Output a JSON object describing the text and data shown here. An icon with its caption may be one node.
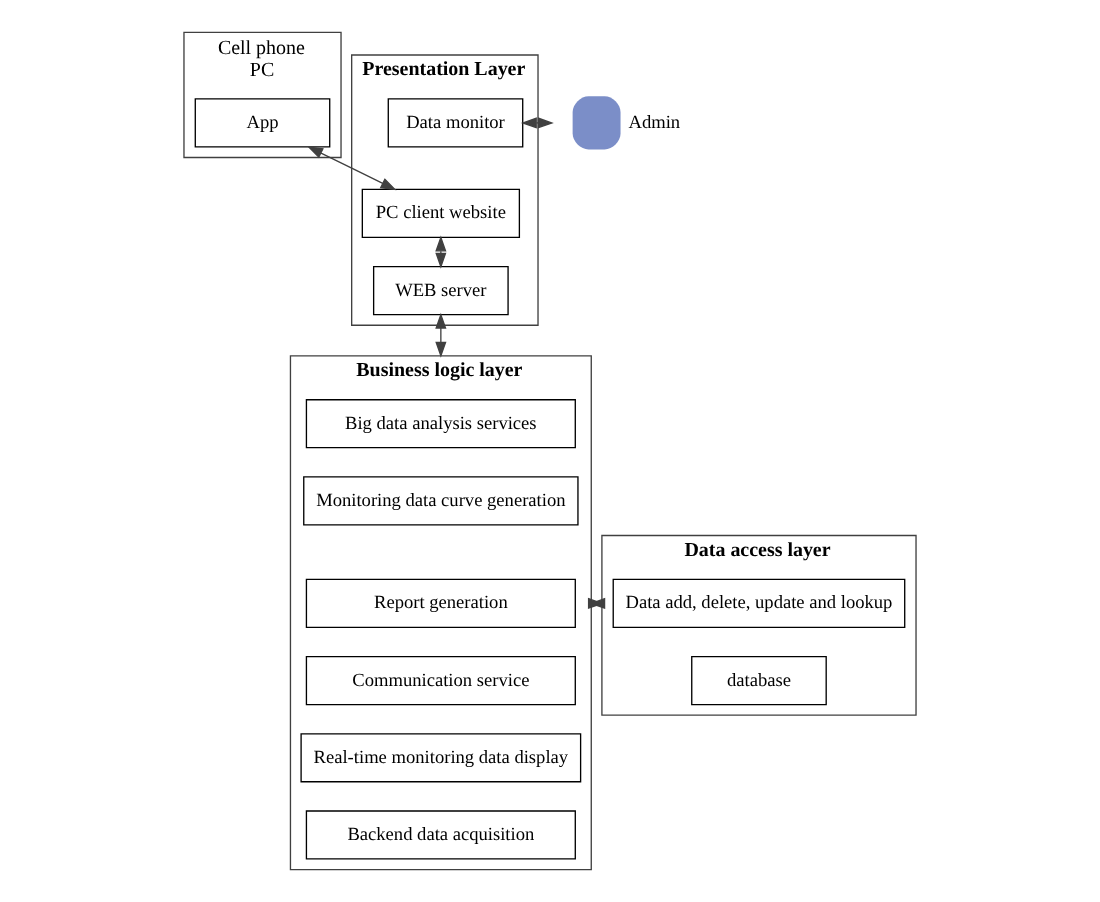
{
  "diagram": {
    "nodes": [
      {
        "text": [
          "Cell phone",
          "PC"
        ]
      },
      {
        "text": [
          "App"
        ],
        "in": 0
      },
      {
        "text": [],
        "shape": "person",
        "beside": [
          "Admin"
        ]
      },
      {
        "text": [
          "Presentation Layer"
        ]
      },
      {
        "text": [
          "PC client website"
        ],
        "in": 3
      },
      {
        "text": [
          "WEB server"
        ],
        "in": 3
      },
      {
        "text": [
          "Data monitor"
        ],
        "in": 3
      },
      {
        "text": [
          "Business logic layer"
        ]
      },
      {
        "text": [
          "Big data analysis services"
        ],
        "in": 7
      },
      {
        "text": [
          "Monitoring data curve generation"
        ],
        "in": 7
      },
      {
        "text": [
          "Report generation"
        ],
        "in": 7
      },
      {
        "text": [
          "Communication service"
        ],
        "in": 7
      },
      {
        "text": [
          "Real-time monitoring data display"
        ],
        "in": 7
      },
      {
        "text": [
          "Backend data acquisition"
        ],
        "in": 7
      },
      {
        "text": [
          "Data access layer"
        ]
      },
      {
        "text": [
          "Data add, delete, update and lookup"
        ],
        "in": 14
      },
      {
        "text": [
          "database"
        ],
        "in": 14
      }
    ],
    "edges": [
      {
        "from": 1,
        "to": 4,
        "arrow": "both"
      },
      {
        "from": 4,
        "to": 5,
        "arrow": "both"
      },
      {
        "from": 6,
        "to": 2,
        "arrow": "both"
      },
      {
        "from": 5,
        "to": 7,
        "arrow": "both"
      },
      {
        "from": 7,
        "to": 14,
        "arrow": "both"
      }
    ]
  }
}
